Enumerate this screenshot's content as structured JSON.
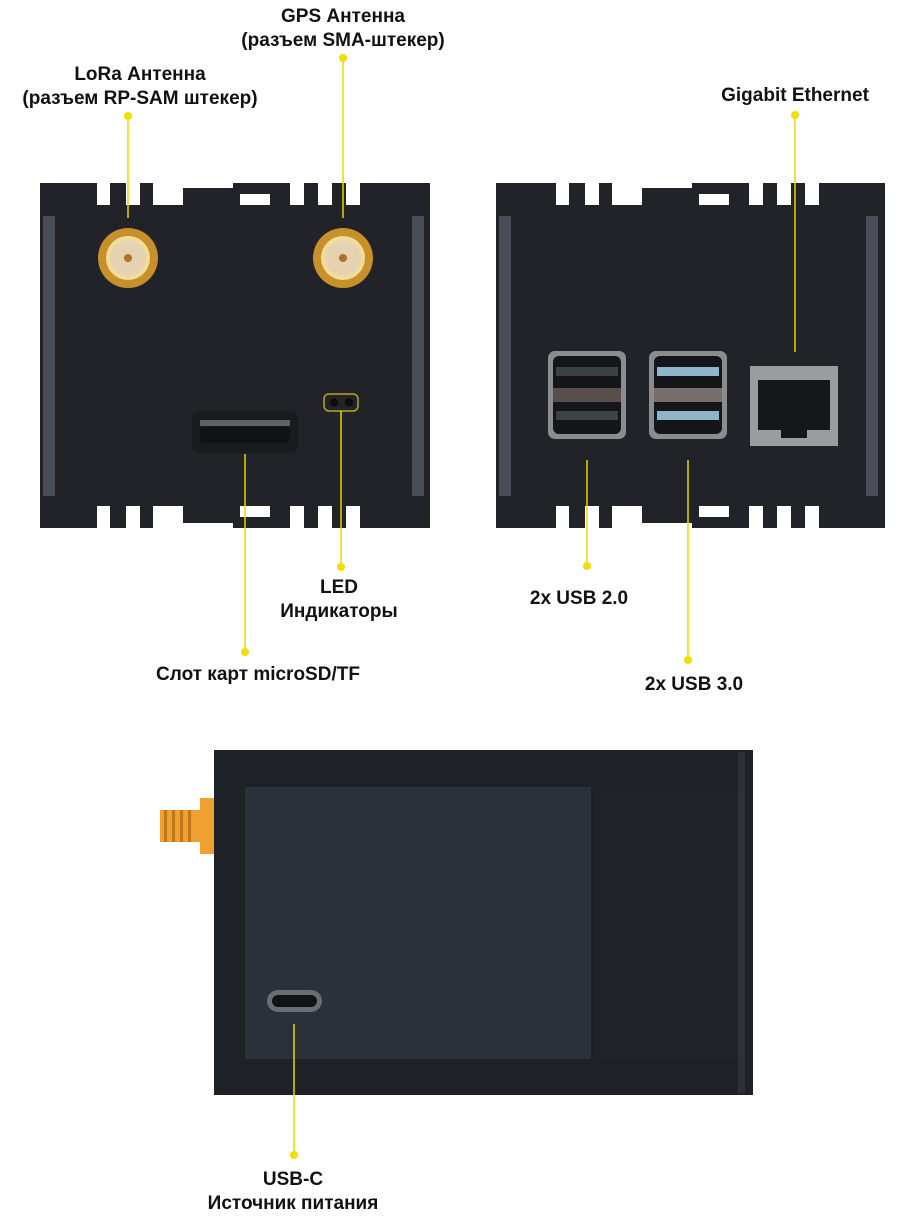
{
  "labels": {
    "lora": {
      "line1": "LoRa Антенна",
      "line2": "(разъем RP-SAM штекер)"
    },
    "gps": {
      "line1": "GPS Антенна",
      "line2": "(разъем SMA-штекер)"
    },
    "ethernet": {
      "line1": "Gigabit Ethernet"
    },
    "led": {
      "line1": "LED",
      "line2": "Индикаторы"
    },
    "microsd": {
      "line1": "Слот карт microSD/TF"
    },
    "usb2": {
      "line1": "2x USB 2.0"
    },
    "usb3": {
      "line1": "2x USB 3.0"
    },
    "usbc": {
      "line1": "USB-C",
      "line2": "Источник питания"
    }
  },
  "colors": {
    "leader": "#e8d800",
    "case": "#222328",
    "connector_gold": "#c8902a",
    "usb3_blue": "#8fb4cc",
    "sma_orange": "#f0a030"
  }
}
